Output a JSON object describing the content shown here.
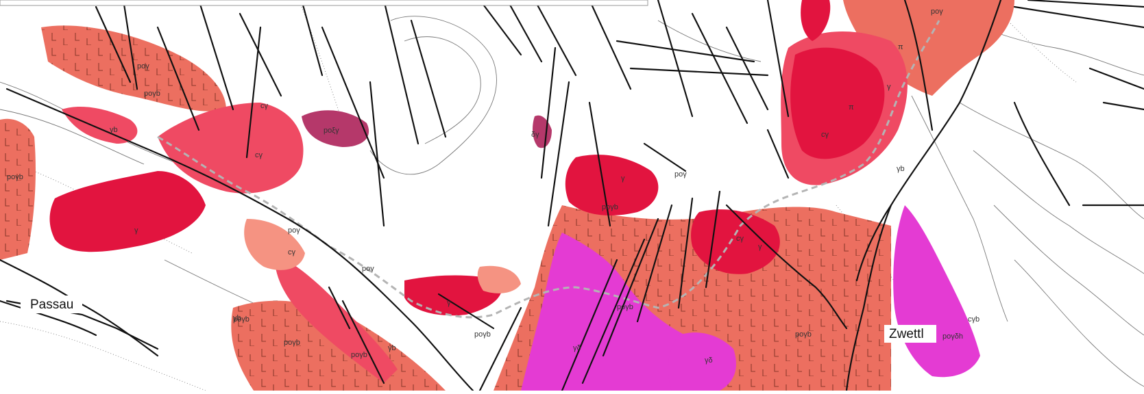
{
  "map": {
    "places": {
      "passau": "Passau",
      "zwettl": "Zwettl"
    },
    "unit_labels": {
      "gamma": "γ",
      "gamma_b": "γb",
      "po_gamma": "poγ",
      "po_gamma_b": "poγb",
      "c_gamma": "cγ",
      "delta_gamma": "δγ",
      "gamma_delta": "γδ",
      "pi": "π",
      "po_xi_gamma": "poξγ",
      "po_gamma_delta_h": "poγδh",
      "c_gamma_b": "cγb"
    },
    "colors": {
      "background": "#ffffff",
      "salmon": "#ec6f60",
      "pink_red": "#ef4a63",
      "crimson": "#e2143f",
      "magenta": "#e43bd3",
      "plum": "#b5386a",
      "light_salmon": "#f59382",
      "faults": "#111111",
      "border": "#b4b4b4"
    }
  }
}
